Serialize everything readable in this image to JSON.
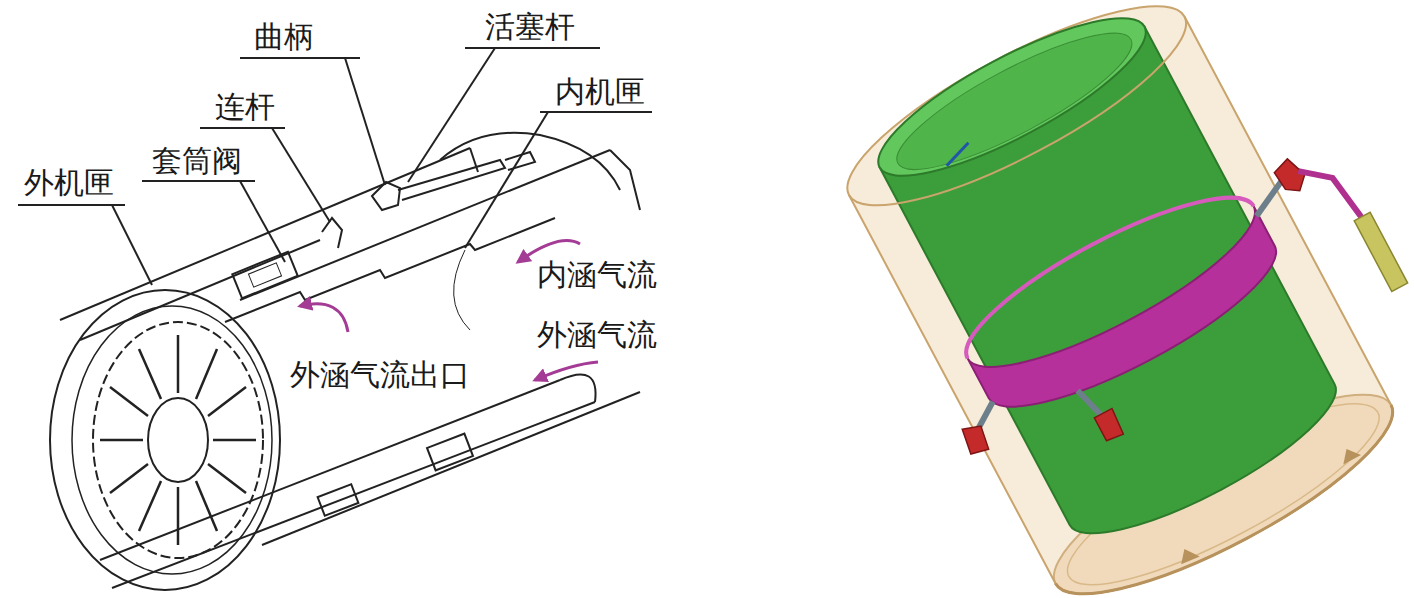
{
  "diagram": {
    "labels": [
      "曲柄",
      "活塞杆",
      "内机匣",
      "连杆",
      "套筒阀",
      "外机匣",
      "内涵气流",
      "外涵气流",
      "外涵气流出口"
    ]
  }
}
